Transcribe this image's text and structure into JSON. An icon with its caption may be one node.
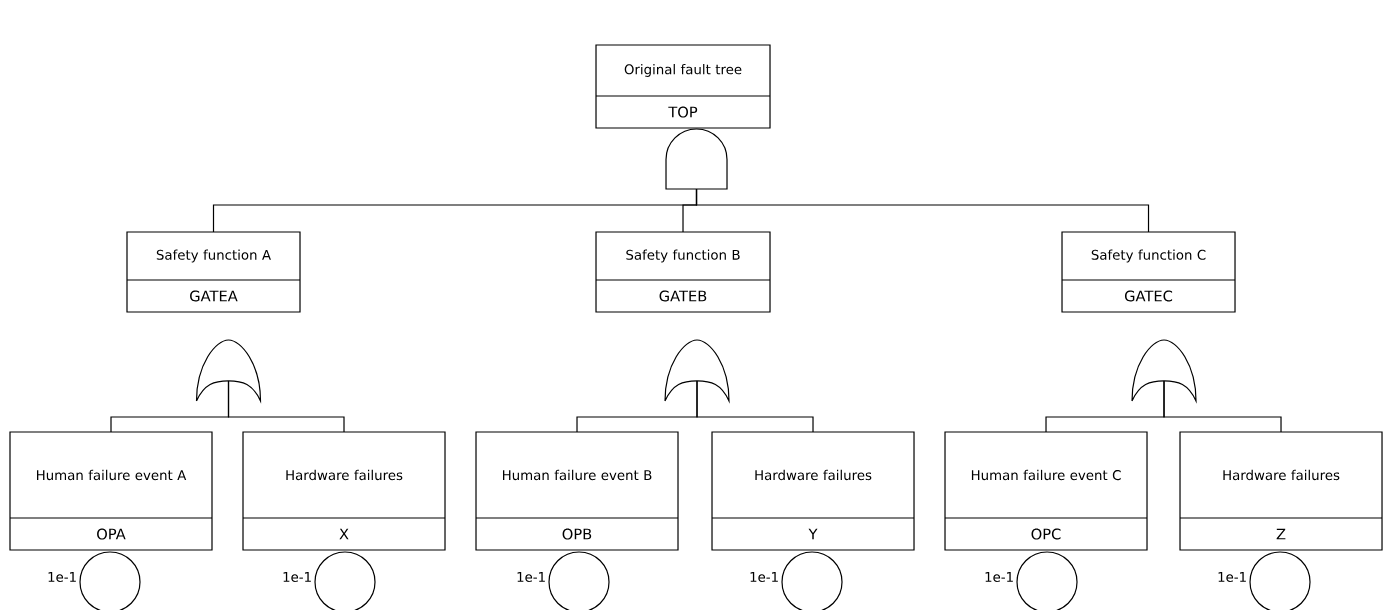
{
  "diagram": {
    "nodes": [
      {
        "text": [
          "Original fault tree",
          "TOP"
        ]
      },
      {
        "text": [],
        "shape": "and-gate"
      },
      {
        "text": [
          "Safety function A",
          "GATEA"
        ]
      },
      {
        "text": [
          "Safety function B",
          "GATEB"
        ]
      },
      {
        "text": [
          "Safety function C",
          "GATEC"
        ]
      },
      {
        "text": [],
        "shape": "or-gate"
      },
      {
        "text": [],
        "shape": "or-gate"
      },
      {
        "text": [],
        "shape": "or-gate"
      },
      {
        "text": [
          "Human failure event A",
          "OPA"
        ]
      },
      {
        "text": [
          "Hardware failures",
          "X"
        ]
      },
      {
        "text": [
          "Human failure event B",
          "OPB"
        ]
      },
      {
        "text": [
          "Hardware failures",
          "Y"
        ]
      },
      {
        "text": [
          "Human failure event C",
          "OPC"
        ]
      },
      {
        "text": [
          "Hardware failures",
          "Z"
        ]
      },
      {
        "text": [],
        "shape": "circle",
        "beside": [
          "1e-1"
        ]
      },
      {
        "text": [],
        "shape": "circle",
        "beside": [
          "1e-1"
        ]
      },
      {
        "text": [],
        "shape": "circle",
        "beside": [
          "1e-1"
        ]
      },
      {
        "text": [],
        "shape": "circle",
        "beside": [
          "1e-1"
        ]
      },
      {
        "text": [],
        "shape": "circle",
        "beside": [
          "1e-1"
        ]
      },
      {
        "text": [],
        "shape": "circle",
        "beside": [
          "1e-1"
        ]
      }
    ],
    "edges": [
      {
        "from": 1,
        "to": 2,
        "arrow": "none"
      },
      {
        "from": 1,
        "to": 3,
        "arrow": "none"
      },
      {
        "from": 1,
        "to": 4,
        "arrow": "none"
      },
      {
        "from": 5,
        "to": 8,
        "arrow": "none"
      },
      {
        "from": 5,
        "to": 9,
        "arrow": "none"
      },
      {
        "from": 6,
        "to": 10,
        "arrow": "none"
      },
      {
        "from": 6,
        "to": 11,
        "arrow": "none"
      },
      {
        "from": 7,
        "to": 12,
        "arrow": "none"
      },
      {
        "from": 7,
        "to": 13,
        "arrow": "none"
      }
    ]
  }
}
